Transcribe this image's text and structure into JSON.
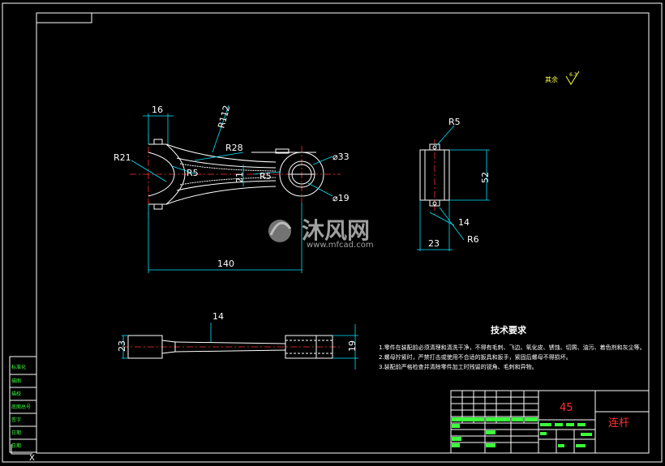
{
  "drawing": {
    "material_note": "其余",
    "surface_symbol": "6.3",
    "tech_title": "技术要求",
    "tech_notes": [
      "1.零件在装配前必须清理和清洗干净，不得有毛刺、飞边、氧化皮、锈蚀、切屑、油污、着色剂和灰尘等。",
      "2.螺母拧紧时，严禁打击或使用不合适的扳具和扳手，紧固后螺母不得损坏。",
      "3.装配前严格检查并清除零件加工时残留的锐角、毛刺和异物。"
    ]
  },
  "dimensions": {
    "d16": "16",
    "r112": "R112",
    "r28": "R28",
    "r21": "R21",
    "r5a": "R5",
    "d21": "21",
    "r5b": "R5",
    "dia33": "⌀33",
    "dia19": "⌀19",
    "d140": "140",
    "r5c": "R5",
    "d52": "52",
    "d14a": "14",
    "d23a": "23",
    "r6": "R6",
    "d14b": "14",
    "d23b": "23",
    "d19": "19"
  },
  "title_block": {
    "material": "45",
    "part_name": "连杆"
  },
  "side_labels": [
    "标准化",
    "描图",
    "描校",
    "底图总号",
    "签字",
    "日期",
    "日期"
  ],
  "watermark": {
    "brand": "沐风网",
    "url": "www.mfcad.com"
  },
  "colors": {
    "background": "#000000",
    "lines": "#ffffff",
    "centerline": "#ff3030",
    "dimension": "#00e5ff",
    "titleblock_text": "#3cff3c"
  }
}
